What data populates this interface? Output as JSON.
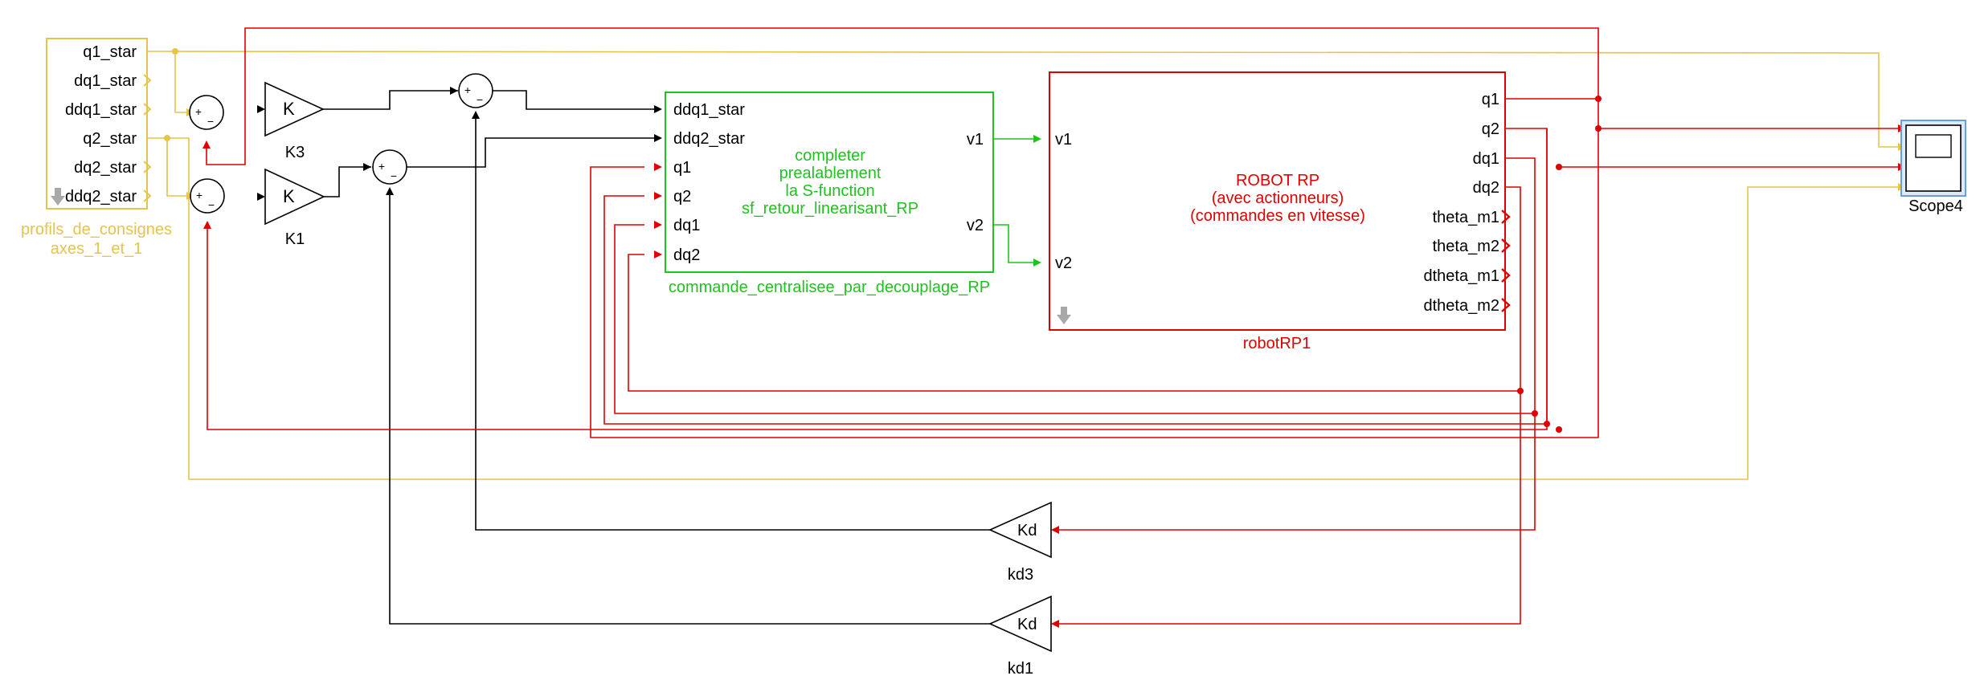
{
  "colors": {
    "yellow": "#e6c34a",
    "red": "#e00000",
    "green": "#1fc21f",
    "black": "#000000",
    "gray": "#808080"
  },
  "profils": {
    "ports": [
      "q1_star",
      "dq1_star",
      "ddq1_star",
      "q2_star",
      "dq2_star",
      "ddq2_star"
    ],
    "name_line1": "profils_de_consignes",
    "name_line2": "axes_1_et_1"
  },
  "gains": {
    "k3": {
      "symbol": "K",
      "name": "K3"
    },
    "k1": {
      "symbol": "K",
      "name": "K1"
    },
    "kd3": {
      "symbol": "Kd",
      "name": "kd3"
    },
    "kd1": {
      "symbol": "Kd",
      "name": "kd1"
    }
  },
  "sum": {
    "plus": "+",
    "minus": "−"
  },
  "commande": {
    "inputs": [
      "ddq1_star",
      "ddq2_star",
      "q1",
      "q2",
      "dq1",
      "dq2"
    ],
    "outputs": [
      "v1",
      "v2"
    ],
    "text": [
      "completer",
      "prealablement",
      "la S-function",
      "sf_retour_linearisant_RP"
    ],
    "name": "commande_centralisee_par_decouplage_RP"
  },
  "robot": {
    "inputs": [
      "v1",
      "v2"
    ],
    "outputs": [
      "q1",
      "q2",
      "dq1",
      "dq2",
      "theta_m1",
      "theta_m2",
      "dtheta_m1",
      "dtheta_m2"
    ],
    "text": [
      "ROBOT RP",
      "(avec actionneurs)",
      "(commandes en vitesse)"
    ],
    "name": "robotRP1"
  },
  "scope": {
    "name": "Scope4"
  }
}
